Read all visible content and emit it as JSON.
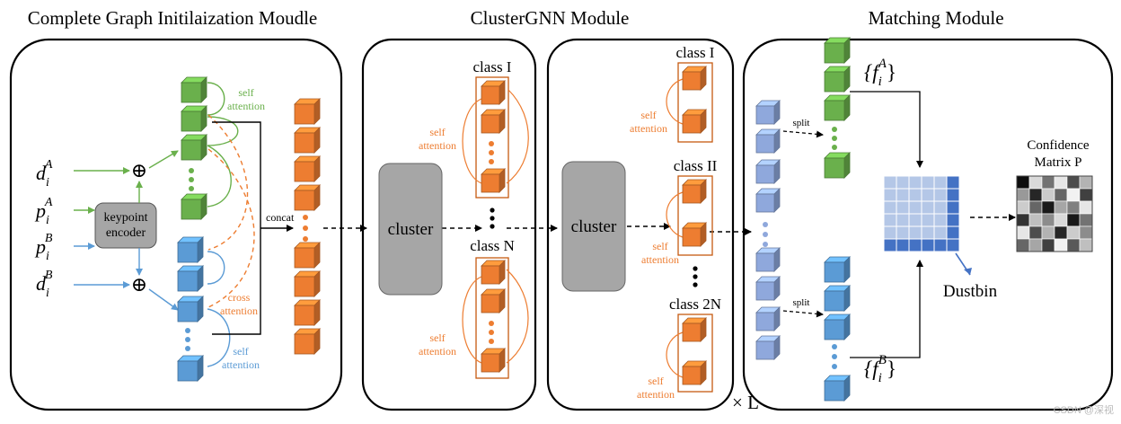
{
  "titles": {
    "graph_init": "Complete Graph Initilaization Moudle",
    "clustergnn": "ClusterGNN Module",
    "matching": "Matching Module"
  },
  "inputs": {
    "dA": "d",
    "dA_sub": "i",
    "dA_sup": "A",
    "pA": "p",
    "pA_sub": "i",
    "pA_sup": "A",
    "pB": "p",
    "pB_sub": "i",
    "pB_sup": "B",
    "dB": "d",
    "dB_sub": "i",
    "dB_sup": "B"
  },
  "encoder": {
    "line1": "keypoint",
    "line2": "encoder"
  },
  "operators": {
    "plus": "⊕"
  },
  "labels": {
    "self_attention_1": "self",
    "self_attention_2": "attention",
    "cross_attention_1": "cross",
    "cross_attention_2": "attention",
    "concat": "concat",
    "cluster": "cluster",
    "class_I": "class I",
    "class_N": "class N",
    "class_II": "class II",
    "class_2N": "class 2N",
    "repeat": "× L",
    "split": "split",
    "fA": "{f",
    "fA_sub": "i",
    "fA_sup": "A",
    "fA_close": "}",
    "fB": "{f",
    "fB_sub": "i",
    "fB_sup": "B",
    "fB_close": "}",
    "dustbin": "Dustbin",
    "confidence_1": "Confidence",
    "confidence_2": "Matrix P",
    "watermark": "CSDN @深视"
  },
  "colors": {
    "green": "#6ab04c",
    "blue": "#5b9bd5",
    "orange": "#ed7d31",
    "lavender": "#8fa8dc",
    "gray": "#a6a6a6",
    "matrix_light": "#b4c7e7",
    "matrix_dark": "#4472c4"
  },
  "confidence_matrix": [
    [
      0.95,
      0.15,
      0.55,
      0.1,
      0.7,
      0.3
    ],
    [
      0.4,
      0.85,
      0.2,
      0.6,
      0.05,
      0.75
    ],
    [
      0.2,
      0.6,
      0.9,
      0.35,
      0.5,
      0.1
    ],
    [
      0.8,
      0.25,
      0.45,
      0.15,
      0.9,
      0.55
    ],
    [
      0.1,
      0.7,
      0.3,
      0.85,
      0.2,
      0.45
    ],
    [
      0.6,
      0.35,
      0.75,
      0.05,
      0.65,
      0.25
    ]
  ]
}
